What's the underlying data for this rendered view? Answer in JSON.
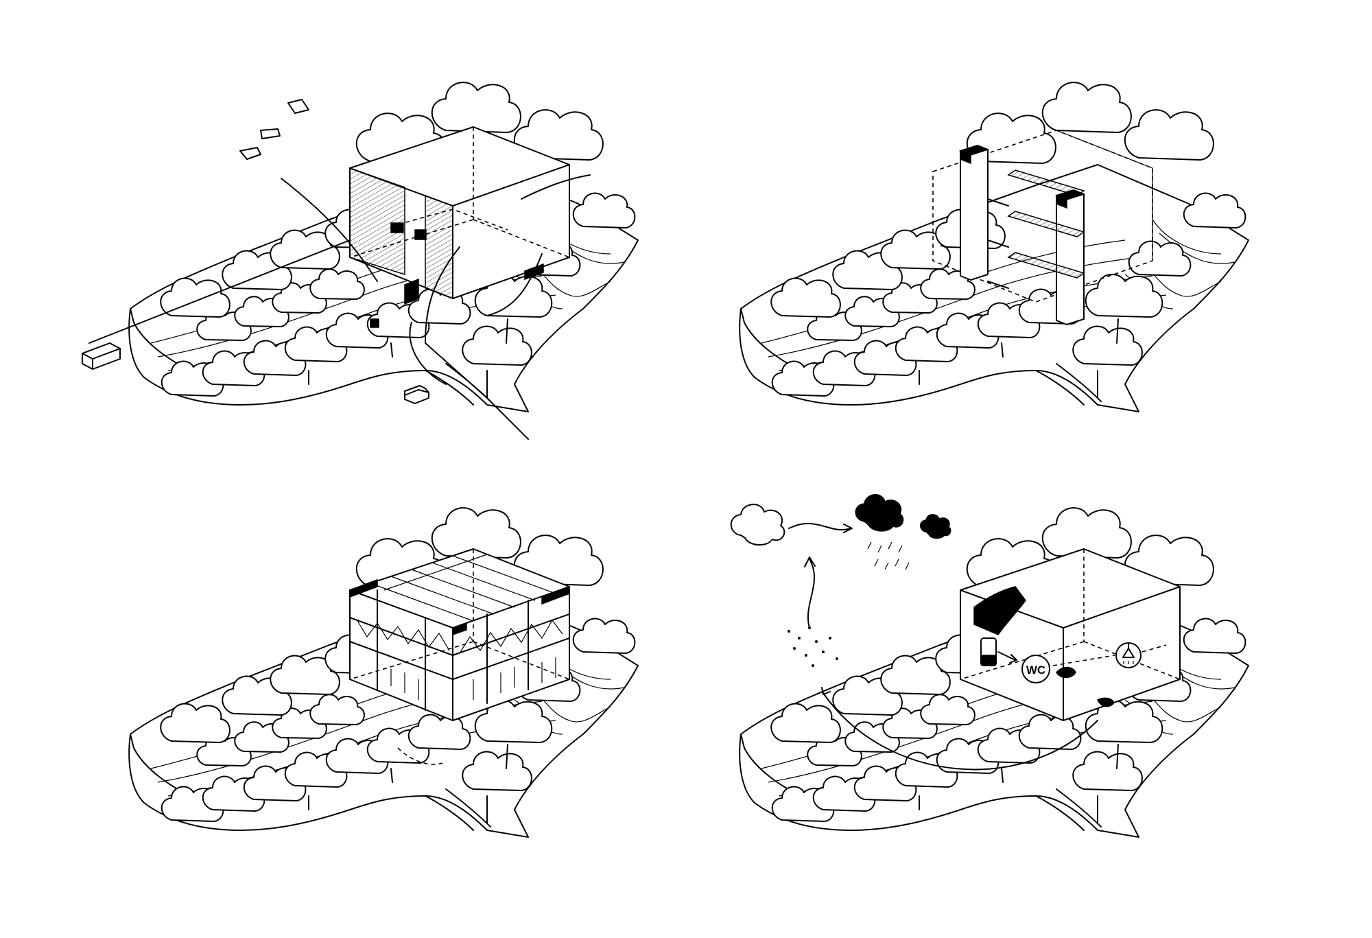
{
  "diagram": {
    "panels": [
      {
        "id": "access",
        "position": "top-left"
      },
      {
        "id": "structure-cores",
        "position": "top-right"
      },
      {
        "id": "facade-frame",
        "position": "bottom-left"
      },
      {
        "id": "water-cycle",
        "position": "bottom-right"
      }
    ],
    "symbols": {
      "wc_label": "WC"
    },
    "colors": {
      "ink": "#000000",
      "paper": "#ffffff"
    }
  }
}
